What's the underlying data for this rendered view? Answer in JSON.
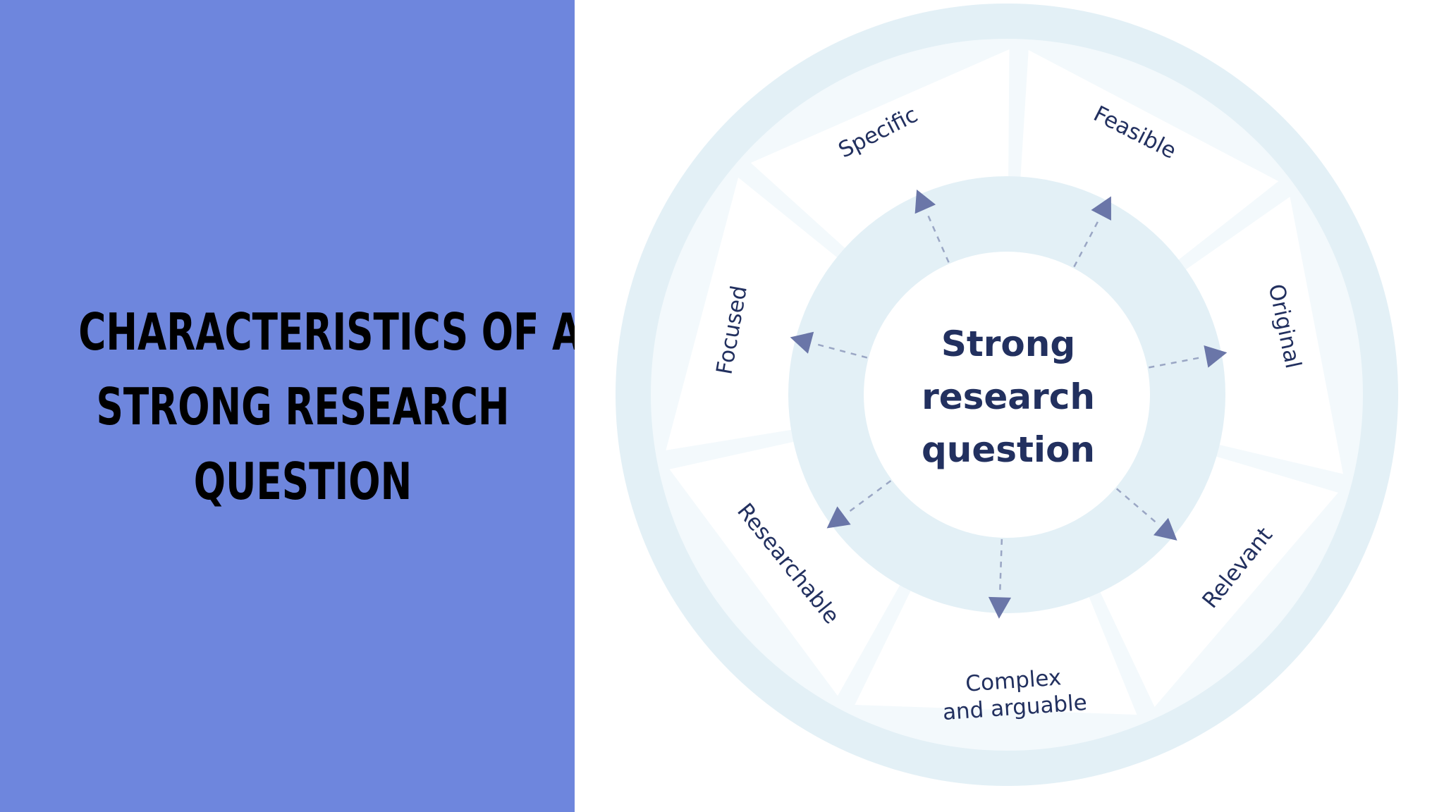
{
  "title": {
    "line1": "CHARACTERISTICS OF A",
    "line2": "STRONG RESEARCH",
    "line3": "QUESTION"
  },
  "diagram": {
    "center": {
      "line1": "Strong",
      "line2": "research",
      "line3": "question"
    },
    "segments": [
      {
        "id": "specific",
        "label": "Specific"
      },
      {
        "id": "feasible",
        "label": "Feasible"
      },
      {
        "id": "original",
        "label": "Original"
      },
      {
        "id": "relevant",
        "label": "Relevant"
      },
      {
        "id": "complex",
        "label": "Complex",
        "label2": "and arguable"
      },
      {
        "id": "researchable",
        "label": "Researchable"
      },
      {
        "id": "focused",
        "label": "Focused"
      }
    ],
    "colors": {
      "left_panel": "#6e86dd",
      "outer_ring": "#e3f0f6",
      "segment_fill": "#ffffff",
      "arrow": "#6a76a8",
      "text": "#22305f"
    }
  }
}
